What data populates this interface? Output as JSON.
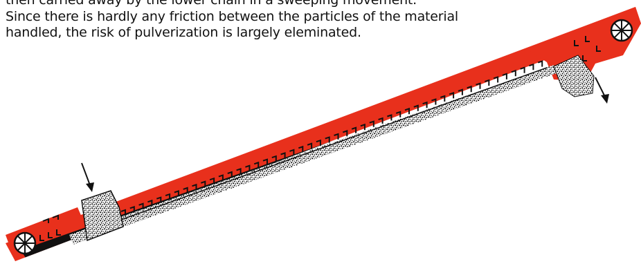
{
  "caption": {
    "lines": [
      "then carried away by the lower chain in a sweeping movement.",
      "Since there is hardly any friction between the particles of the material",
      "handled, the risk of pulverization is largely eleminated."
    ]
  },
  "colors": {
    "casing": "#e8301c",
    "material": "#bdbdbd",
    "outline": "#111111",
    "background": "#ffffff"
  },
  "diagram": {
    "subject": "inclined chain conveyor",
    "inlet_arrow": "arrow-down",
    "outlet_arrow": "arrow-down",
    "head_sprocket": "sprocket",
    "tail_sprocket": "sprocket"
  }
}
